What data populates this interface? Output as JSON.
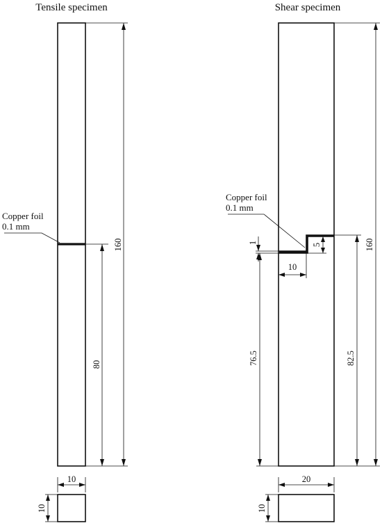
{
  "tensile": {
    "title": "Tensile specimen",
    "foil_label_line1": "Copper foil",
    "foil_label_line2": "0.1 mm",
    "dim_length": "160",
    "dim_half": "80",
    "dim_width": "10",
    "dim_thickness": "10"
  },
  "shear": {
    "title": "Shear specimen",
    "foil_label_line1": "Copper foil",
    "foil_label_line2": "0.1 mm",
    "dim_length": "160",
    "dim_overlap": "10",
    "dim_step": "5",
    "dim_gap": "1",
    "dim_lower": "76.5",
    "dim_upper": "82.5",
    "dim_width": "20",
    "dim_thickness": "10"
  }
}
